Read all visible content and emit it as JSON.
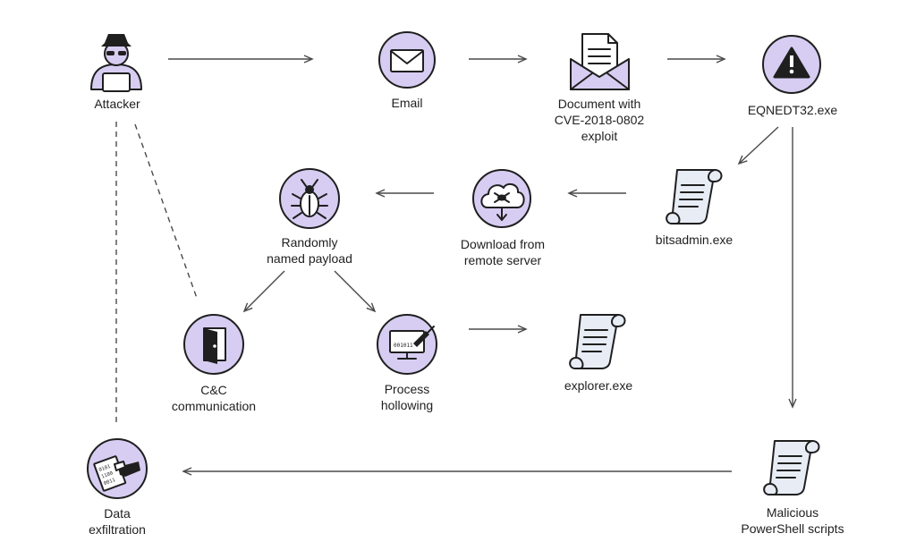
{
  "nodes": {
    "attacker": {
      "label": "Attacker"
    },
    "email": {
      "label": "Email"
    },
    "document": {
      "lines": [
        "Document with",
        "CVE-2018-0802",
        "exploit"
      ]
    },
    "eqnedt": {
      "label": "EQNEDT32.exe"
    },
    "bitsadmin": {
      "label": "bitsadmin.exe"
    },
    "download": {
      "lines": [
        "Download from",
        "remote server"
      ]
    },
    "payload": {
      "lines": [
        "Randomly",
        "named payload"
      ]
    },
    "cnc": {
      "lines": [
        "C&C",
        "communication"
      ]
    },
    "hollowing": {
      "lines": [
        "Process",
        "hollowing"
      ]
    },
    "explorer": {
      "label": "explorer.exe"
    },
    "exfil": {
      "lines": [
        "Data",
        "exfiltration"
      ]
    },
    "powershell": {
      "lines": [
        "Malicious",
        "PowerShell scripts"
      ]
    }
  },
  "colors": {
    "accent": "#d7cdf2",
    "ink": "#1f1f1f",
    "scroll": "#e7ecf5"
  }
}
